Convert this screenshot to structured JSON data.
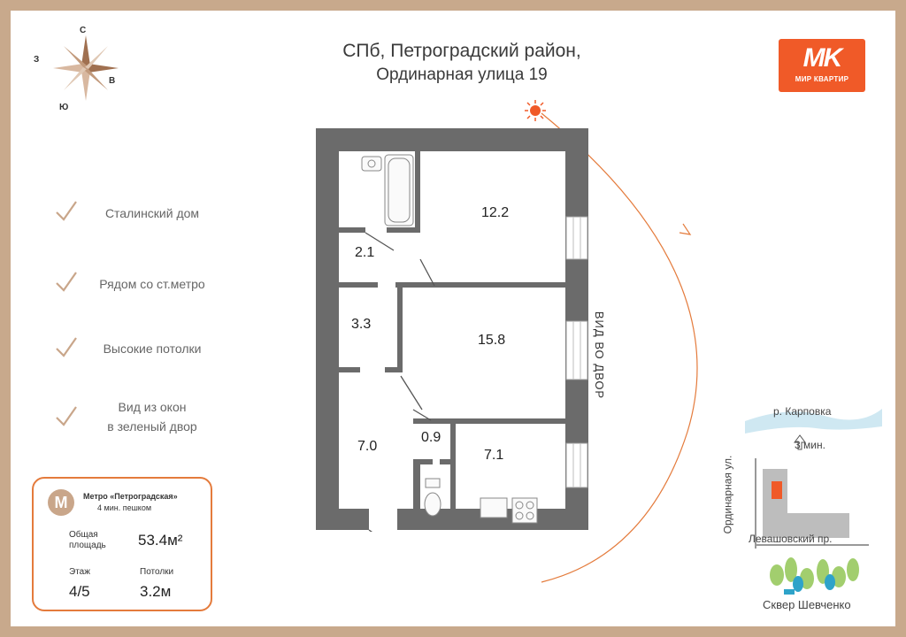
{
  "compass": {
    "n": "С",
    "s": "Ю",
    "w": "З",
    "e": "В"
  },
  "address": {
    "line1": "СПб, Петроградский район,",
    "line2": "Ординарная улица 19"
  },
  "logo": {
    "mark": "MK",
    "text": "МИР КВАРТИР"
  },
  "features": [
    {
      "text": "Сталинский дом"
    },
    {
      "text": "Рядом со ст.метро"
    },
    {
      "text": "Высокие потолки"
    },
    {
      "line1": "Вид из окон",
      "line2": "в зеленый двор"
    }
  ],
  "info": {
    "metro_name": "Метро «Петроградская»",
    "metro_walk": "4 мин. пешком",
    "area_label_1": "Общая",
    "area_label_2": "площадь",
    "area_value": "53.4м²",
    "floor_label": "Этаж",
    "floor_value": "4/5",
    "ceiling_label": "Потолки",
    "ceiling_value": "3.2м"
  },
  "rooms": {
    "r1": "12.2",
    "r2": "2.1",
    "r3": "3.3",
    "r4": "15.8",
    "r5": "7.0",
    "r6": "0.9",
    "r7": "7.1"
  },
  "view_label": "ВИД ВО ДВОР",
  "map": {
    "river": "р. Карповка",
    "walk": "3 мин.",
    "street1": "Ординарная ул.",
    "street2": "Левашовский пр.",
    "park": "Сквер Шевченко"
  },
  "colors": {
    "accent": "#f05a28",
    "wall": "#6b6b6b",
    "gold": "#c9a68a",
    "card_border": "#e47b3c"
  }
}
